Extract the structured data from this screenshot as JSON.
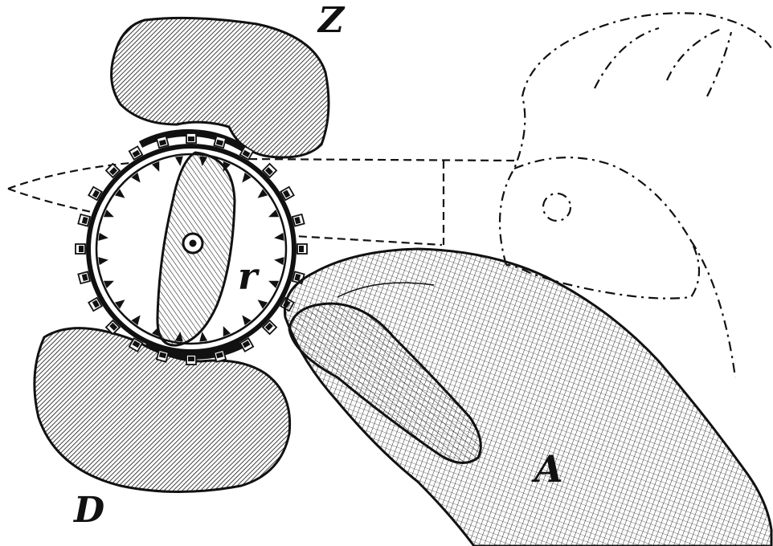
{
  "figure": {
    "labels": {
      "top_pole": "Z",
      "bottom_pole": "D",
      "rotor": "r",
      "hand": "A"
    },
    "colors": {
      "ink": "#111111",
      "paper": "#ffffff"
    }
  }
}
